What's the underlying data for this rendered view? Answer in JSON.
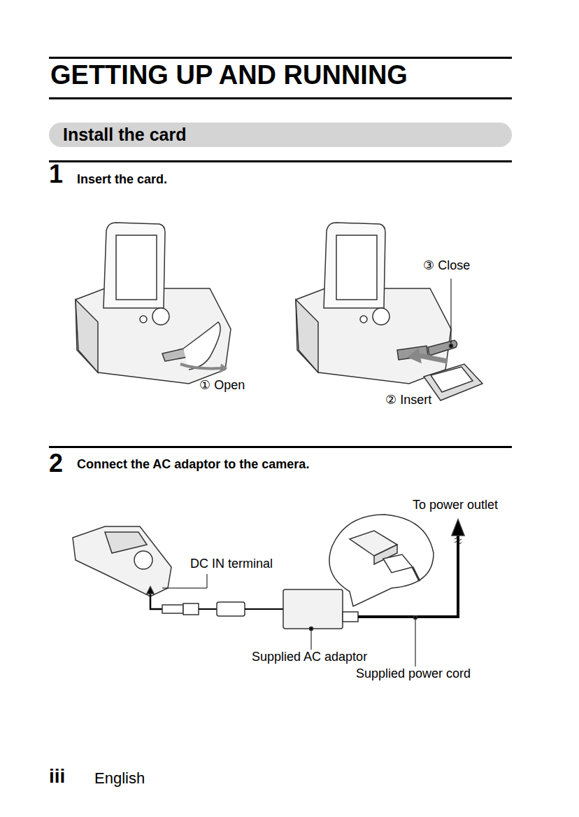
{
  "diagram": {
    "title": "GETTING UP AND RUNNING",
    "nodes": [
      {
        "text": [
          "Install the card"
        ]
      }
    ],
    "labels": [
      "1",
      "Insert the card.",
      "③ Close",
      "① Open",
      "② Insert",
      "2",
      "Connect the AC adaptor to the camera.",
      "To power outlet",
      "DC IN terminal",
      "Supplied AC adaptor",
      "Supplied power cord",
      "iii",
      "English"
    ]
  }
}
